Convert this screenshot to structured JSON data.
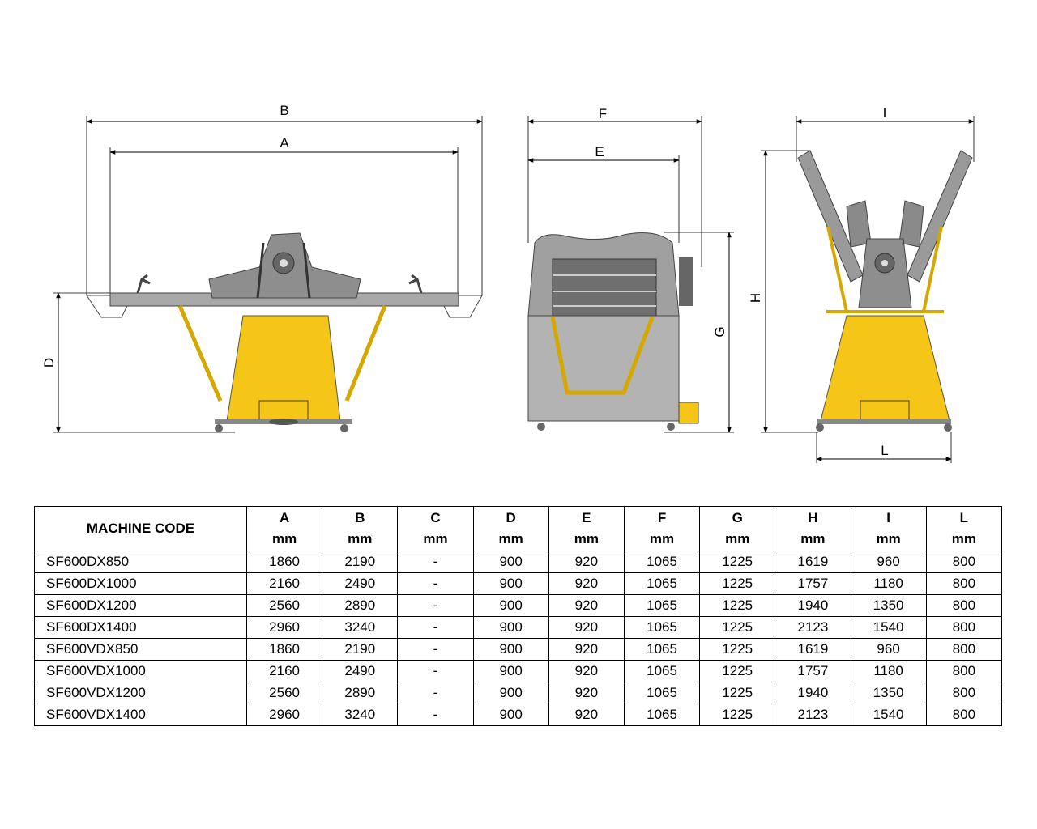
{
  "dimension_letters": {
    "front": {
      "B": "B",
      "A": "A",
      "D": "D"
    },
    "side": {
      "F": "F",
      "E": "E",
      "G": "G"
    },
    "top": {
      "I": "I",
      "H": "H",
      "L": "L"
    }
  },
  "table": {
    "code_header": "MACHINE CODE",
    "columns": [
      {
        "letter": "A",
        "unit": "mm"
      },
      {
        "letter": "B",
        "unit": "mm"
      },
      {
        "letter": "C",
        "unit": "mm"
      },
      {
        "letter": "D",
        "unit": "mm"
      },
      {
        "letter": "E",
        "unit": "mm"
      },
      {
        "letter": "F",
        "unit": "mm"
      },
      {
        "letter": "G",
        "unit": "mm"
      },
      {
        "letter": "H",
        "unit": "mm"
      },
      {
        "letter": "I",
        "unit": "mm"
      },
      {
        "letter": "L",
        "unit": "mm"
      }
    ],
    "rows": [
      {
        "code": "SF600DX850",
        "values": [
          "1860",
          "2190",
          "-",
          "900",
          "920",
          "1065",
          "1225",
          "1619",
          "960",
          "800"
        ]
      },
      {
        "code": "SF600DX1000",
        "values": [
          "2160",
          "2490",
          "-",
          "900",
          "920",
          "1065",
          "1225",
          "1757",
          "1180",
          "800"
        ]
      },
      {
        "code": "SF600DX1200",
        "values": [
          "2560",
          "2890",
          "-",
          "900",
          "920",
          "1065",
          "1225",
          "1940",
          "1350",
          "800"
        ]
      },
      {
        "code": "SF600DX1400",
        "values": [
          "2960",
          "3240",
          "-",
          "900",
          "920",
          "1065",
          "1225",
          "2123",
          "1540",
          "800"
        ]
      },
      {
        "code": "SF600VDX850",
        "values": [
          "1860",
          "2190",
          "-",
          "900",
          "920",
          "1065",
          "1225",
          "1619",
          "960",
          "800"
        ]
      },
      {
        "code": "SF600VDX1000",
        "values": [
          "2160",
          "2490",
          "-",
          "900",
          "920",
          "1065",
          "1225",
          "1757",
          "1180",
          "800"
        ]
      },
      {
        "code": "SF600VDX1200",
        "values": [
          "2560",
          "2890",
          "-",
          "900",
          "920",
          "1065",
          "1225",
          "1940",
          "1350",
          "800"
        ]
      },
      {
        "code": "SF600VDX1400",
        "values": [
          "2960",
          "3240",
          "-",
          "900",
          "920",
          "1065",
          "1225",
          "2123",
          "1540",
          "800"
        ]
      }
    ]
  },
  "colors": {
    "machine_yellow": "#f5c518",
    "machine_grey": "#9a9a9a",
    "dark_grey": "#555555"
  }
}
